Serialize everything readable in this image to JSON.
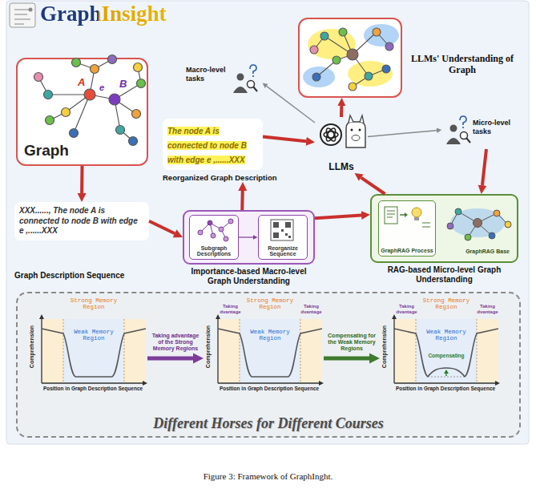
{
  "diagram": {
    "title": "GraphInsight",
    "caption": "Figure 3: Framework of GraphInght.",
    "nodes": [
      {
        "text": [
          "Graph"
        ]
      },
      {
        "text": [
          "XXX......, The node A is connected to node B with edge e ,......XXX",
          "Graph Description Sequence"
        ]
      },
      {
        "text": [
          "Importance-based Macro-level Graph Understanding"
        ]
      },
      {
        "text": [
          "Subgraph Descriptions"
        ],
        "in": 2
      },
      {
        "text": [
          "Reorganize Sequence"
        ],
        "in": 2
      },
      {
        "text": [
          "The node A is connected to node B with edge e ,......XXX",
          "Reorganized Graph Description"
        ]
      },
      {
        "text": [
          "LLMs"
        ]
      },
      {
        "text": [
          "LLMs' Understanding of Graph"
        ]
      },
      {
        "text": [
          "Macro-level tasks"
        ]
      },
      {
        "text": [
          "Micro-level tasks"
        ]
      },
      {
        "text": [
          "RAG-based Micro-level Graph Understanding"
        ]
      },
      {
        "text": [
          "GraphRAG Process"
        ],
        "in": 10
      },
      {
        "text": [
          "GraphRAG Base"
        ],
        "in": 10
      },
      {
        "text": [
          "Different Horses for Different Courses"
        ]
      },
      {
        "text": [
          "Strong Memory Region",
          "Weak Memory Region",
          "Comprehension",
          "Position in Graph Description Sequence"
        ],
        "in": 13
      },
      {
        "text": [
          "Strong Memory Region",
          "Taking dvantage",
          "Taking dvantage",
          "Weak Memory Region",
          "Comprehension",
          "Position in Graph Description Sequence"
        ],
        "in": 13
      },
      {
        "text": [
          "Strong Memory Region",
          "Taking dvantage",
          "Taking dvantage",
          "Weak Memory Region",
          "Compensating",
          "Comprehension",
          "Position in Graph Description Sequence"
        ],
        "in": 13
      }
    ],
    "edges": [
      {
        "from": 0,
        "to": 1,
        "arrow": "to"
      },
      {
        "from": 1,
        "to": 2,
        "arrow": "to"
      },
      {
        "from": 2,
        "to": 5,
        "arrow": "to"
      },
      {
        "from": 5,
        "to": 6,
        "arrow": "to"
      },
      {
        "from": 6,
        "to": 7,
        "arrow": "to"
      },
      {
        "from": 6,
        "to": 8,
        "arrow": "to"
      },
      {
        "from": 6,
        "to": 9,
        "arrow": "to"
      },
      {
        "from": 9,
        "to": 10,
        "arrow": "to"
      },
      {
        "from": 10,
        "to": 6,
        "arrow": "to"
      },
      {
        "from": 2,
        "to": 10,
        "arrow": "to"
      },
      {
        "from": 3,
        "to": 4,
        "arrow": "to"
      },
      {
        "from": 14,
        "to": 15,
        "arrow": "to",
        "label": "Taking advantage of the Strong Memory Regions"
      },
      {
        "from": 15,
        "to": 16,
        "arrow": "to",
        "label": "Compensating for the Weak Memory Regions"
      }
    ],
    "labels": [
      "A",
      "B",
      "e"
    ]
  }
}
